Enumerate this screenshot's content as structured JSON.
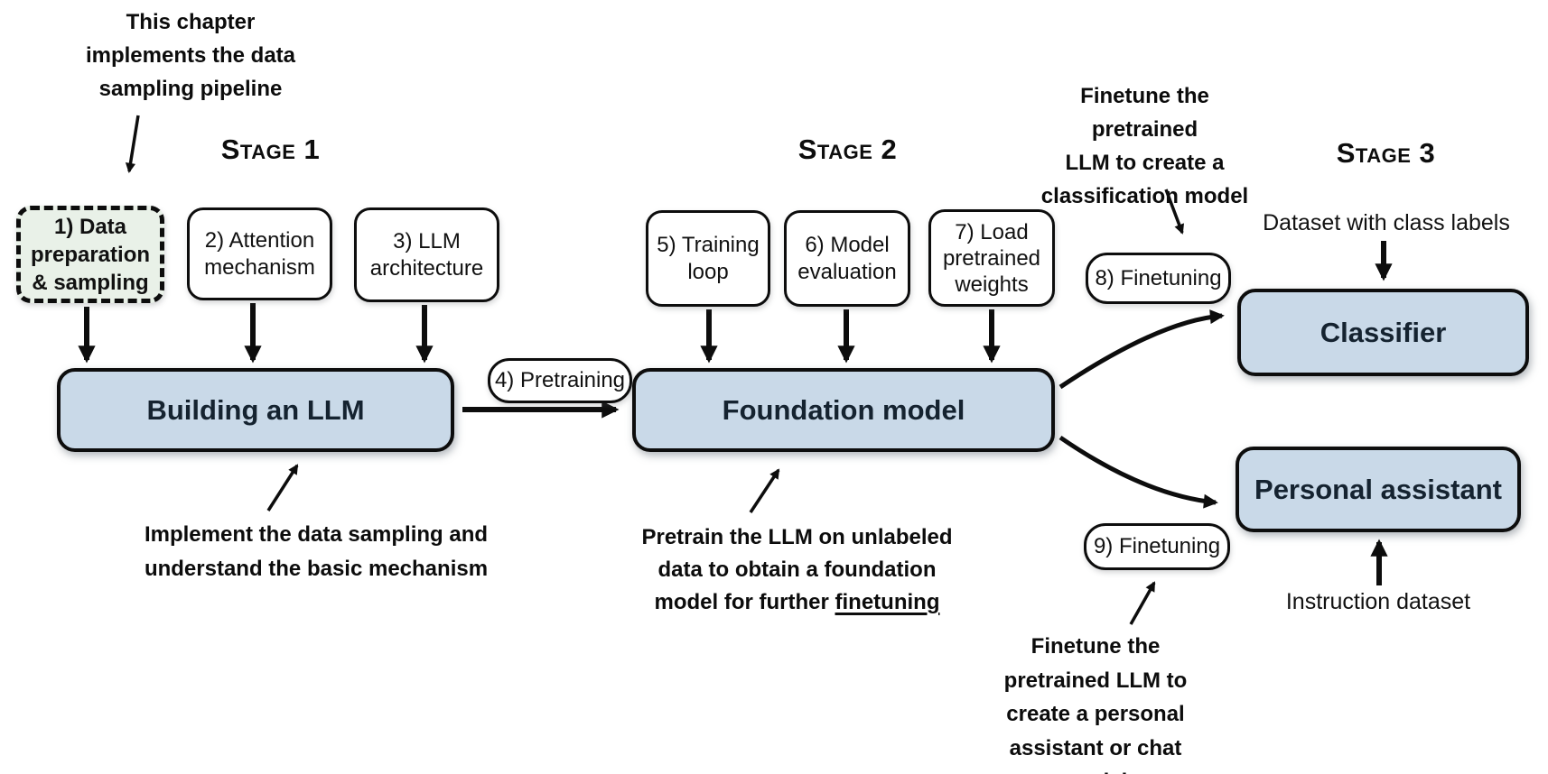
{
  "stages": [
    {
      "label": "Stage 1"
    },
    {
      "label": "Stage 2"
    },
    {
      "label": "Stage 3"
    }
  ],
  "steps": {
    "s1": {
      "lines": [
        "1) Data",
        "preparation",
        "& sampling"
      ]
    },
    "s2": {
      "lines": [
        "2) Attention",
        "mechanism"
      ]
    },
    "s3": {
      "lines": [
        "3) LLM",
        "architecture"
      ]
    },
    "s4": {
      "label": "4) Pretraining"
    },
    "s5": {
      "lines": [
        "5) Training",
        "loop"
      ]
    },
    "s6": {
      "lines": [
        "6) Model",
        "evaluation"
      ]
    },
    "s7": {
      "lines": [
        "7) Load",
        "pretrained",
        "weights"
      ]
    },
    "s8": {
      "label": "8) Finetuning"
    },
    "s9": {
      "label": "9) Finetuning"
    }
  },
  "nodes": {
    "building_llm": {
      "label": "Building an LLM"
    },
    "foundation_model": {
      "label": "Foundation model"
    },
    "classifier": {
      "label": "Classifier"
    },
    "personal_assistant": {
      "label": "Personal assistant"
    }
  },
  "annotations": {
    "chapter_note": {
      "lines": [
        "This chapter",
        "implements the data",
        "sampling pipeline"
      ]
    },
    "stage1_note": {
      "lines": [
        "Implement the data sampling and",
        "understand the basic mechanism"
      ]
    },
    "stage2_note": {
      "line1": "Pretrain the LLM on unlabeled",
      "line2": "data to obtain a foundation",
      "line3_prefix": "model for further ",
      "line3_underlined": "finetuning"
    },
    "classifier_note": {
      "lines": [
        "Finetune the pretrained",
        "LLM to create a",
        "classification model"
      ]
    },
    "assistant_note": {
      "lines": [
        "Finetune the",
        "pretrained LLM to",
        "create a personal",
        "assistant or chat model"
      ]
    },
    "dataset_class_labels": "Dataset with class labels",
    "instruction_dataset": "Instruction dataset"
  },
  "colors": {
    "node_fill": "#c9d9e8",
    "step1_fill": "#e9f1e8",
    "border": "#0d0d0d",
    "node_text": "#152330",
    "annotation_text": "#0c0c0c",
    "background": "#ffffff"
  }
}
